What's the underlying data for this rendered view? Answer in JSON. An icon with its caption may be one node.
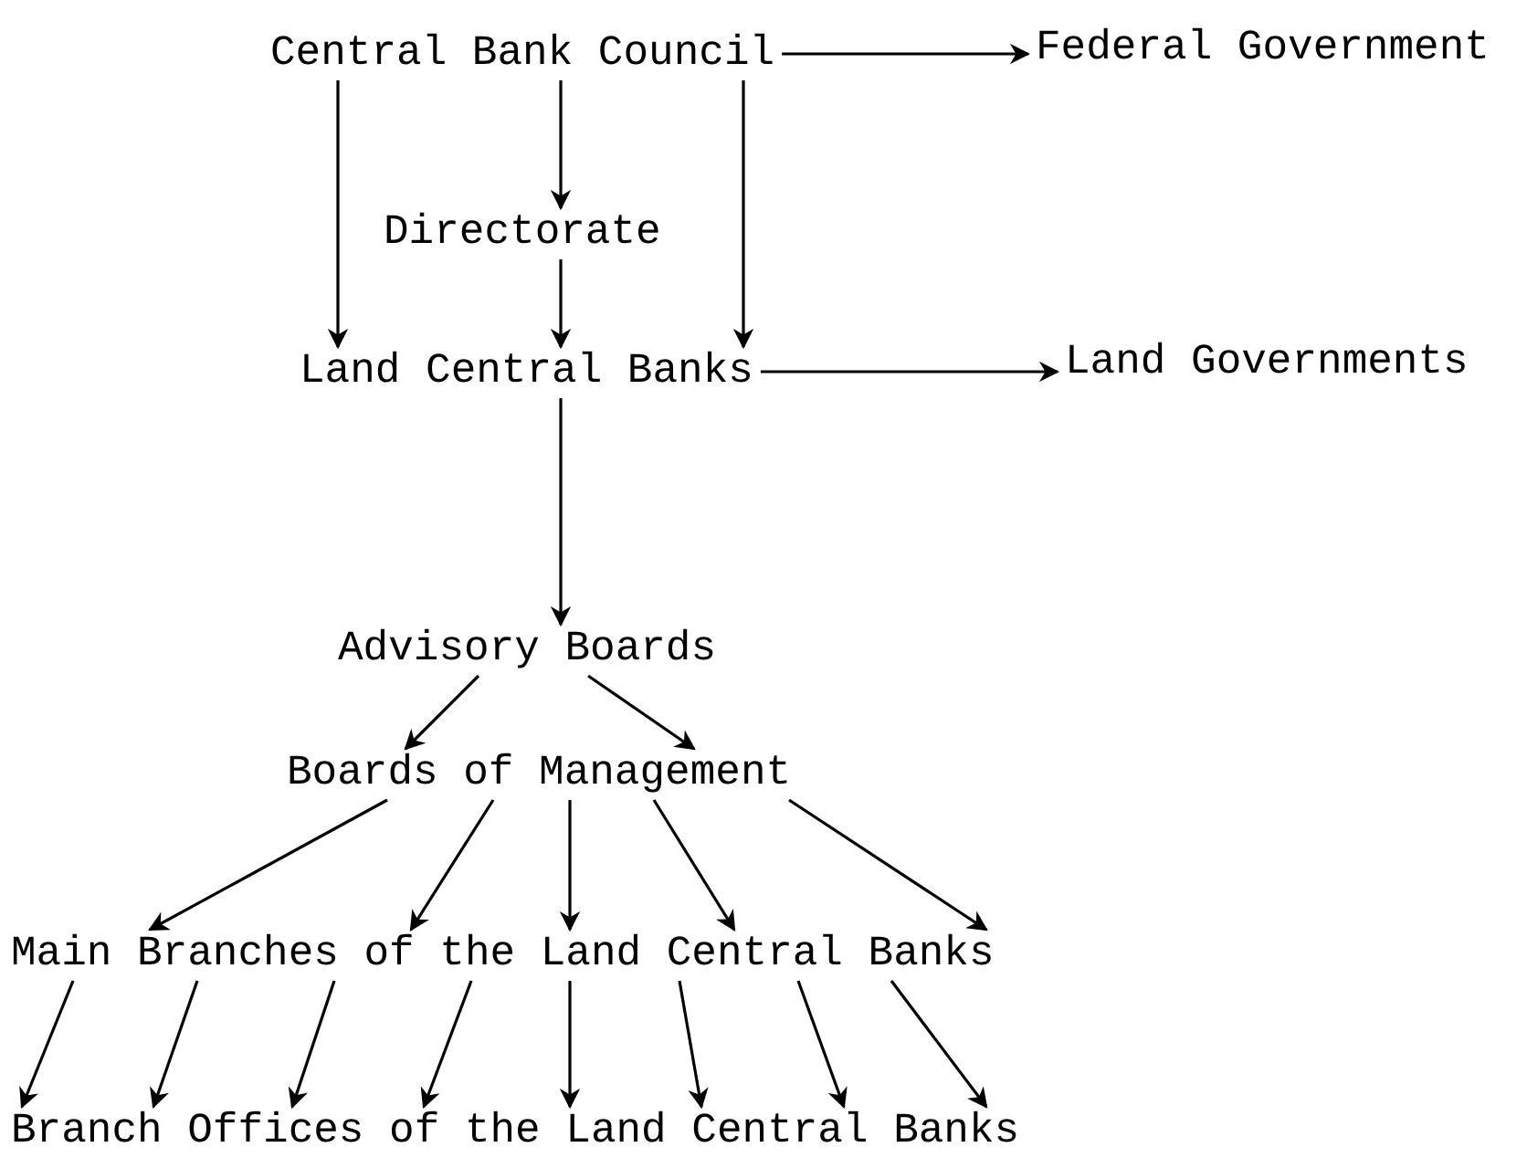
{
  "diagram": {
    "nodes": [
      {
        "text": [
          "Central Bank Council"
        ]
      },
      {
        "text": [
          "Federal Government"
        ]
      },
      {
        "text": [
          "Directorate"
        ]
      },
      {
        "text": [
          "Land Central Banks"
        ]
      },
      {
        "text": [
          "Land Governments"
        ]
      },
      {
        "text": [
          "Advisory Boards"
        ]
      },
      {
        "text": [
          "Boards of Management"
        ]
      },
      {
        "text": [
          "Main Branches of the Land Central Banks"
        ]
      },
      {
        "text": [
          "Branch Offices of the Land Central Banks"
        ]
      }
    ],
    "edges": [
      {
        "from": 0,
        "to": 1,
        "arrow": "to"
      },
      {
        "from": 0,
        "to": 3,
        "arrow": "to"
      },
      {
        "from": 0,
        "to": 2,
        "arrow": "to"
      },
      {
        "from": 2,
        "to": 3,
        "arrow": "to"
      },
      {
        "from": 0,
        "to": 3,
        "arrow": "to"
      },
      {
        "from": 3,
        "to": 4,
        "arrow": "to"
      },
      {
        "from": 3,
        "to": 5,
        "arrow": "to"
      },
      {
        "from": 5,
        "to": 6,
        "arrow": "to"
      },
      {
        "from": 5,
        "to": 6,
        "arrow": "to"
      },
      {
        "from": 6,
        "to": 7,
        "arrow": "to"
      },
      {
        "from": 6,
        "to": 7,
        "arrow": "to"
      },
      {
        "from": 6,
        "to": 7,
        "arrow": "to"
      },
      {
        "from": 6,
        "to": 7,
        "arrow": "to"
      },
      {
        "from": 6,
        "to": 7,
        "arrow": "to"
      },
      {
        "from": 7,
        "to": 8,
        "arrow": "to"
      },
      {
        "from": 7,
        "to": 8,
        "arrow": "to"
      },
      {
        "from": 7,
        "to": 8,
        "arrow": "to"
      },
      {
        "from": 7,
        "to": 8,
        "arrow": "to"
      },
      {
        "from": 7,
        "to": 8,
        "arrow": "to"
      },
      {
        "from": 7,
        "to": 8,
        "arrow": "to"
      },
      {
        "from": 7,
        "to": 8,
        "arrow": "to"
      },
      {
        "from": 7,
        "to": 8,
        "arrow": "to"
      }
    ]
  }
}
